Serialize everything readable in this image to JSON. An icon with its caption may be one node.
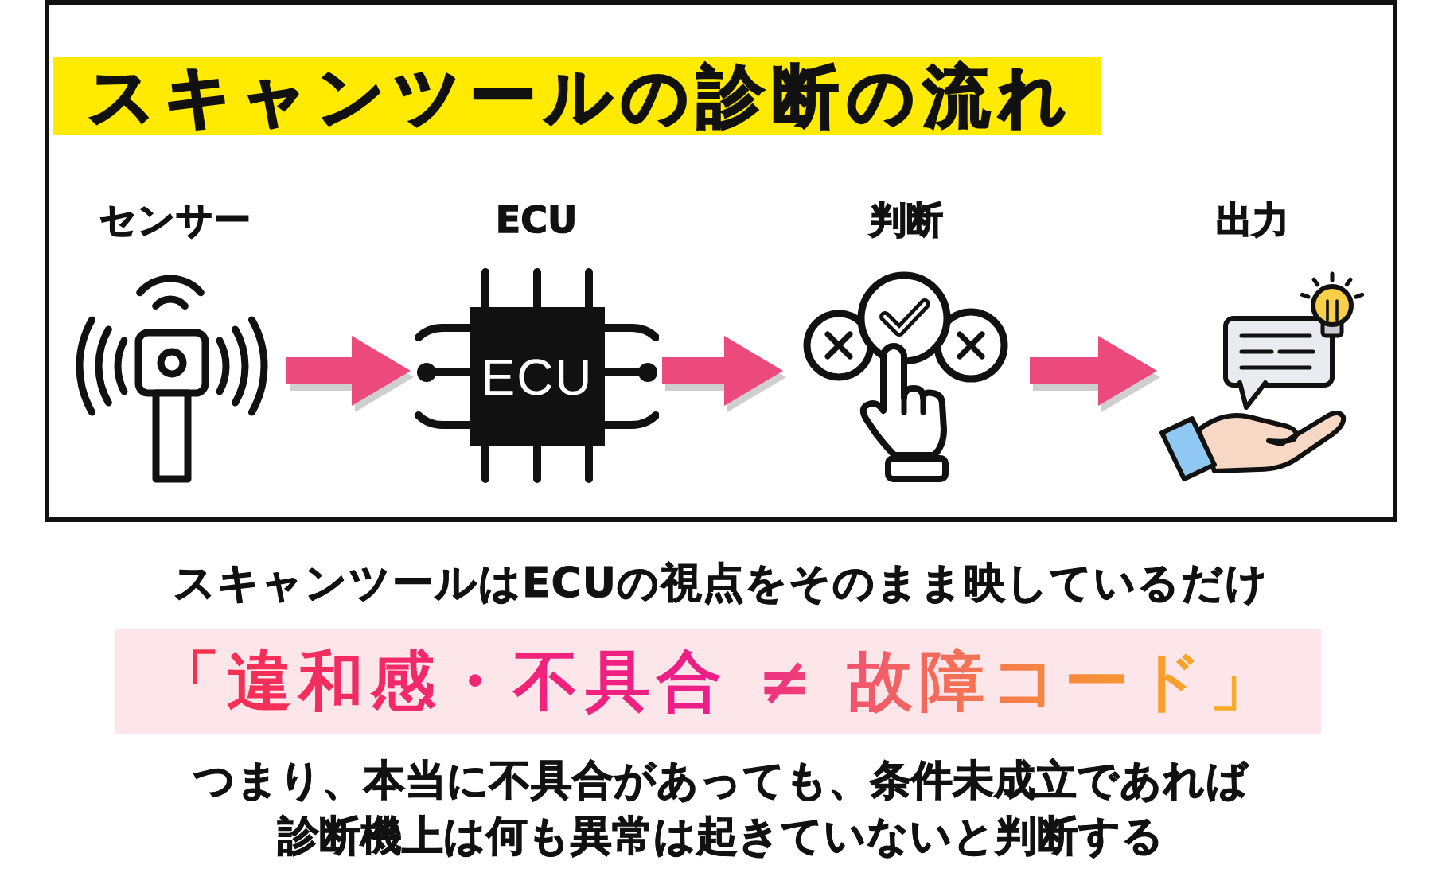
{
  "diagram": {
    "nodes": [
      {
        "text": [
          "スキャンツールの診断の流れ"
        ]
      },
      {
        "text": [
          "センサー"
        ],
        "in": 0
      },
      {
        "text": [
          "ECU",
          "ECU"
        ],
        "in": 0
      },
      {
        "text": [
          "判断"
        ],
        "in": 0
      },
      {
        "text": [
          "出力"
        ],
        "in": 0
      },
      {
        "text": [
          "「違和感・不具合 ≠ 故障コード」"
        ]
      }
    ],
    "edges": [
      {
        "from": 1,
        "to": 2,
        "arrow": "to"
      },
      {
        "from": 2,
        "to": 3,
        "arrow": "to"
      },
      {
        "from": 3,
        "to": 4,
        "arrow": "to"
      }
    ],
    "labels": [
      "スキャンツールはECUの視点をそのまま映しているだけ",
      "つまり、本当に不具合があっても、条件未成立であれば診断機上は何も異常は起きていないと判断する"
    ]
  }
}
